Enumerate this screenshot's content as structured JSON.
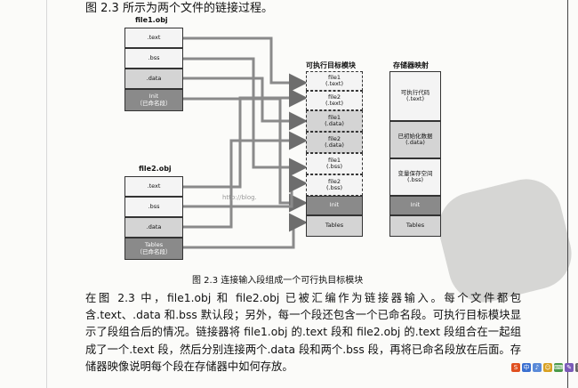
{
  "intro_text": "图 2.3 所示为两个文件的链接过程。",
  "figure": {
    "file1": {
      "title": "file1.obj",
      "segments": [
        ".text",
        ".bss",
        ".data",
        "Init\n（已命名段）"
      ]
    },
    "file2": {
      "title": "file2.obj",
      "segments": [
        ".text",
        ".bss",
        ".data",
        "Tables\n（已命名段）"
      ]
    },
    "executable": {
      "title": "可执行目标模块",
      "segments": [
        "file1\n(.text)",
        "file2\n(.text)",
        "file1\n(.data)",
        "file2\n(.data)",
        "file1\n(.bss)",
        "file2\n(.bss)",
        "Init",
        "Tables"
      ]
    },
    "memory_map": {
      "title": "存储器映射",
      "segments": [
        "可执行代码\n(.text)",
        "已初始化数据\n(.data)",
        "变量保存空间\n(.bss)",
        "Init",
        "Tables"
      ]
    },
    "watermark_url": "http://blog.",
    "caption": "图 2.3    连接输入段组成一个可行执目标模块"
  },
  "paragraph": "在图 2.3 中，file1.obj 和 file2.obj 已被汇编作为链接器输入。每个文件都包含.text、.data 和.bss 默认段；另外，每一个段还包含一个已命名段。可执行目标模块显示了段组合后的情况。链接器将 file1.obj 的.text 段和 file2.obj 的.text 段组合在一起组成了一个.text 段，然后分别连接两个.data 段和两个.bss 段，再将已命名段放在后面。存储器映像说明每个段在存储器中如何存放。",
  "toolbar": {
    "items": [
      "S",
      "中",
      "♪",
      "☺",
      "⌨",
      "✎",
      "☰",
      "✿"
    ]
  }
}
